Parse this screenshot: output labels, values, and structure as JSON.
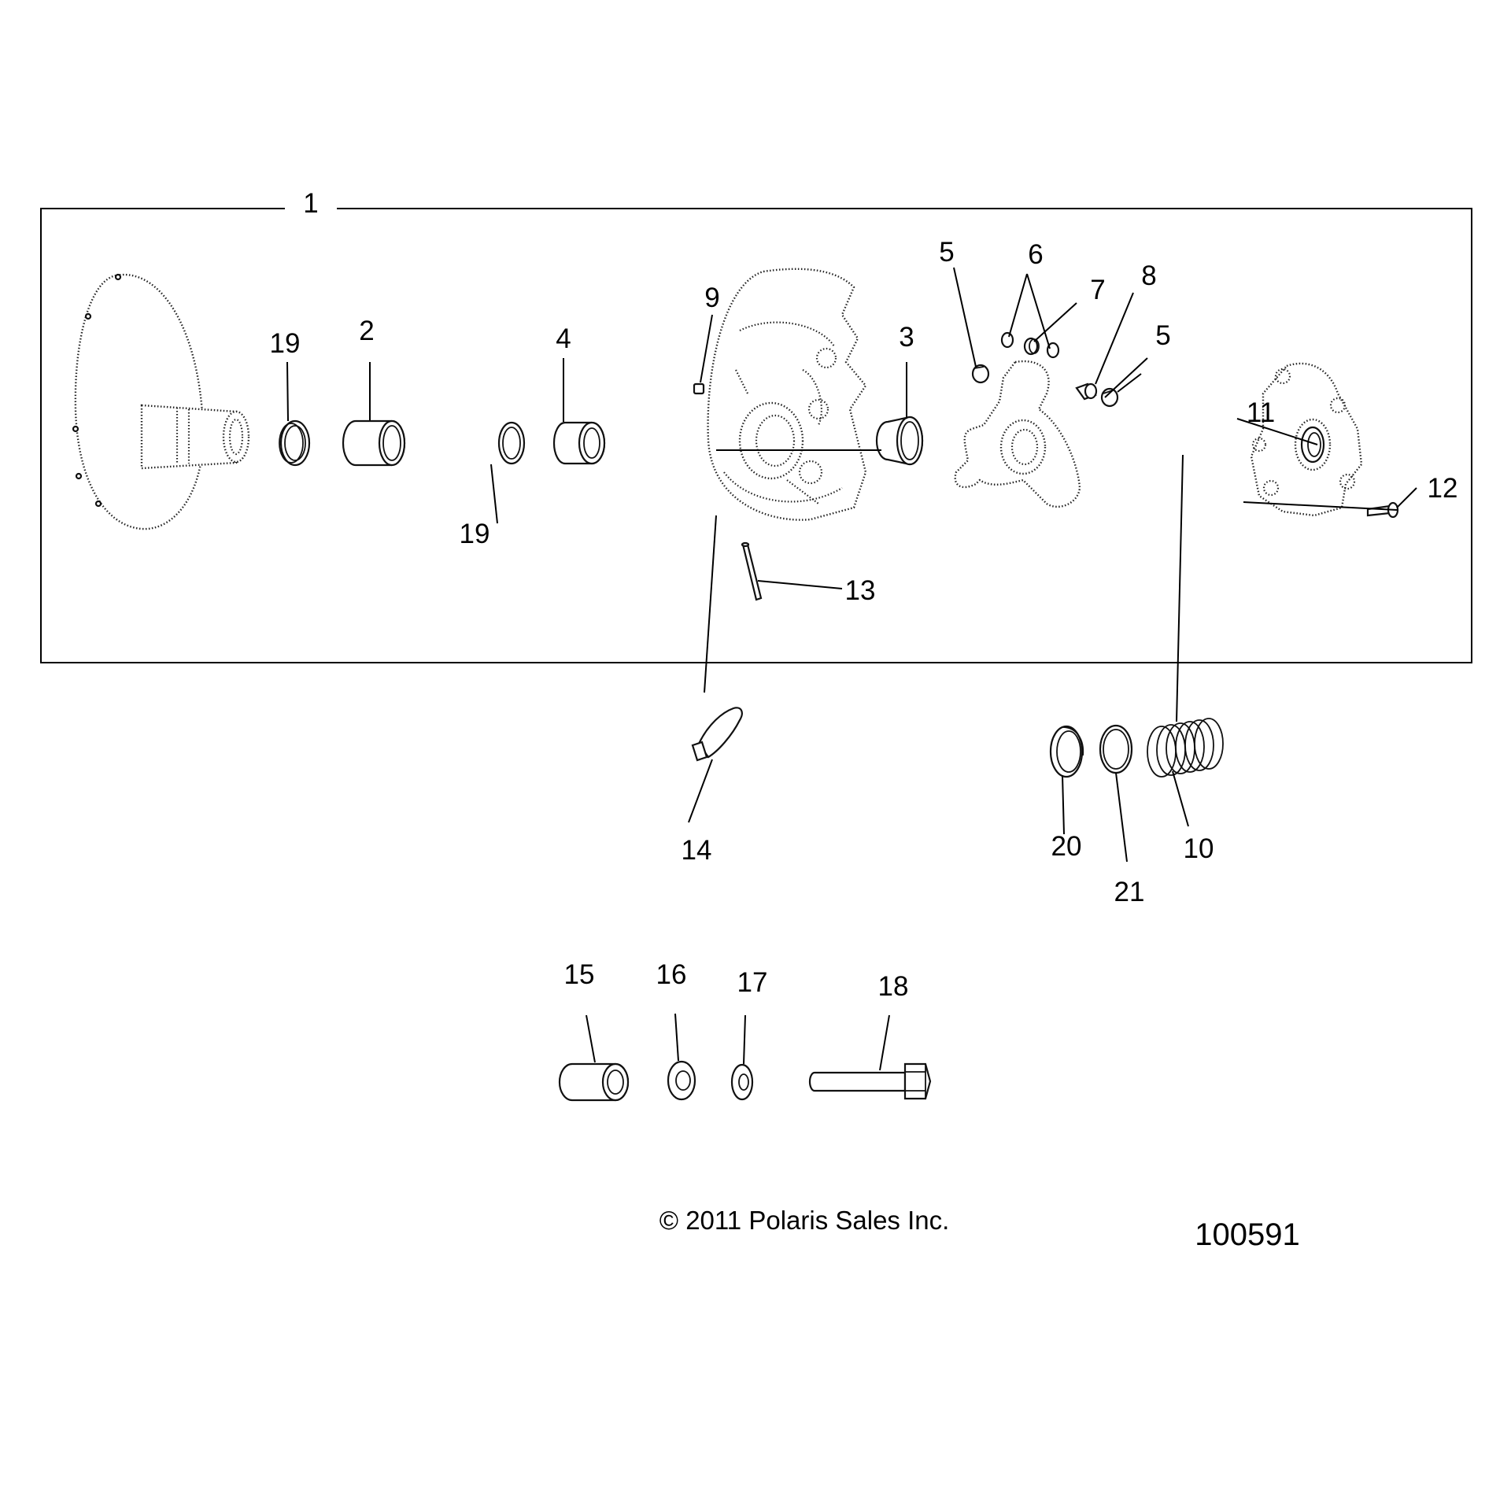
{
  "callouts": {
    "c1": "1",
    "c2": "2",
    "c3": "3",
    "c4": "4",
    "c5a": "5",
    "c5b": "5",
    "c6": "6",
    "c7": "7",
    "c8": "8",
    "c9": "9",
    "c10": "10",
    "c11": "11",
    "c12": "12",
    "c13": "13",
    "c14": "14",
    "c15": "15",
    "c16": "16",
    "c17": "17",
    "c18": "18",
    "c19a": "19",
    "c19b": "19",
    "c20": "20",
    "c21": "21"
  },
  "footer": {
    "copyright": "© 2011 Polaris Sales Inc.",
    "diagram_id": "100591"
  }
}
